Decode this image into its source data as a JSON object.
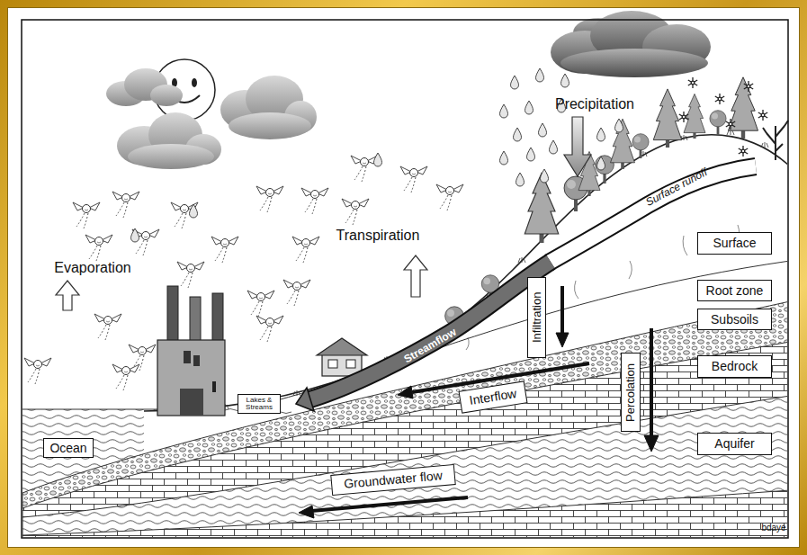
{
  "diagram": {
    "nodes": [
      {
        "text": [
          "Surface"
        ]
      },
      {
        "text": [
          "Infiltration"
        ]
      },
      {
        "text": [
          "Root zone"
        ]
      },
      {
        "text": [
          "Subsoils"
        ]
      },
      {
        "text": [
          "Percolation"
        ]
      },
      {
        "text": [
          "Bedrock"
        ]
      },
      {
        "text": [
          "Interflow"
        ]
      },
      {
        "text": [
          "Lakes & Streams"
        ]
      },
      {
        "text": [
          "Aquifer"
        ]
      },
      {
        "text": [
          "Ocean"
        ]
      },
      {
        "text": [
          "Groundwater flow"
        ]
      }
    ],
    "labels": [
      "Precipitation",
      "Transpiration",
      "Evaporation",
      "Surface runoff",
      "Streamflow",
      "bdaye"
    ]
  }
}
